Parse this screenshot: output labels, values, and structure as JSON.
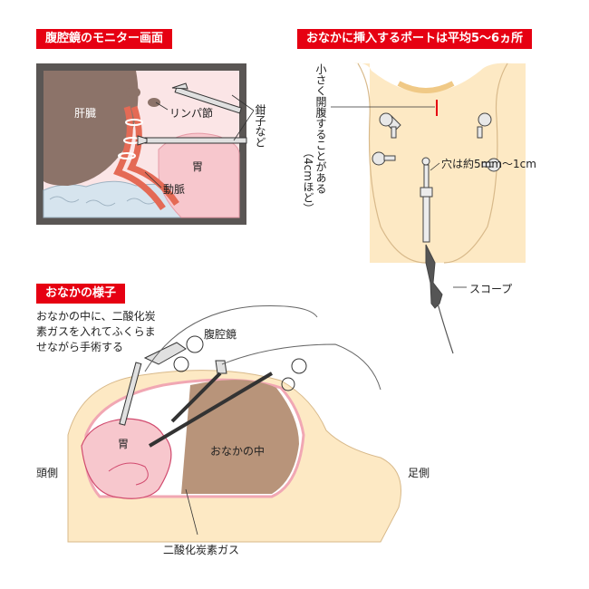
{
  "monitor": {
    "heading": "腹腔鏡のモニター画面",
    "labels": {
      "liver": "肝臓",
      "lymph": "リンパ節",
      "forceps": "鉗子など",
      "stomach": "胃",
      "artery": "動脈"
    }
  },
  "ports": {
    "heading": "おなかに挿入するポートは平均5～6ヵ所",
    "incision_note": "小さく開腹することがある",
    "incision_size": "（4cmほど）",
    "hole_size": "穴は約5mm～1cm",
    "scope": "スコープ"
  },
  "abdomen": {
    "heading": "おなかの様子",
    "description_lines": [
      "おなかの中に、二酸化炭",
      "素ガスを入れてふくらま",
      "せながら手術する"
    ],
    "labels": {
      "laparoscope": "腹腔鏡",
      "stomach": "胃",
      "inside": "おなかの中",
      "head_side": "頭側",
      "foot_side": "足側",
      "co2": "二酸化炭素ガス"
    }
  },
  "colors": {
    "accent": "#e60012",
    "skin": "#fde9c4",
    "liver": "#8c7369",
    "stomach": "#f7c7cd",
    "cavity": "#b8947a"
  }
}
